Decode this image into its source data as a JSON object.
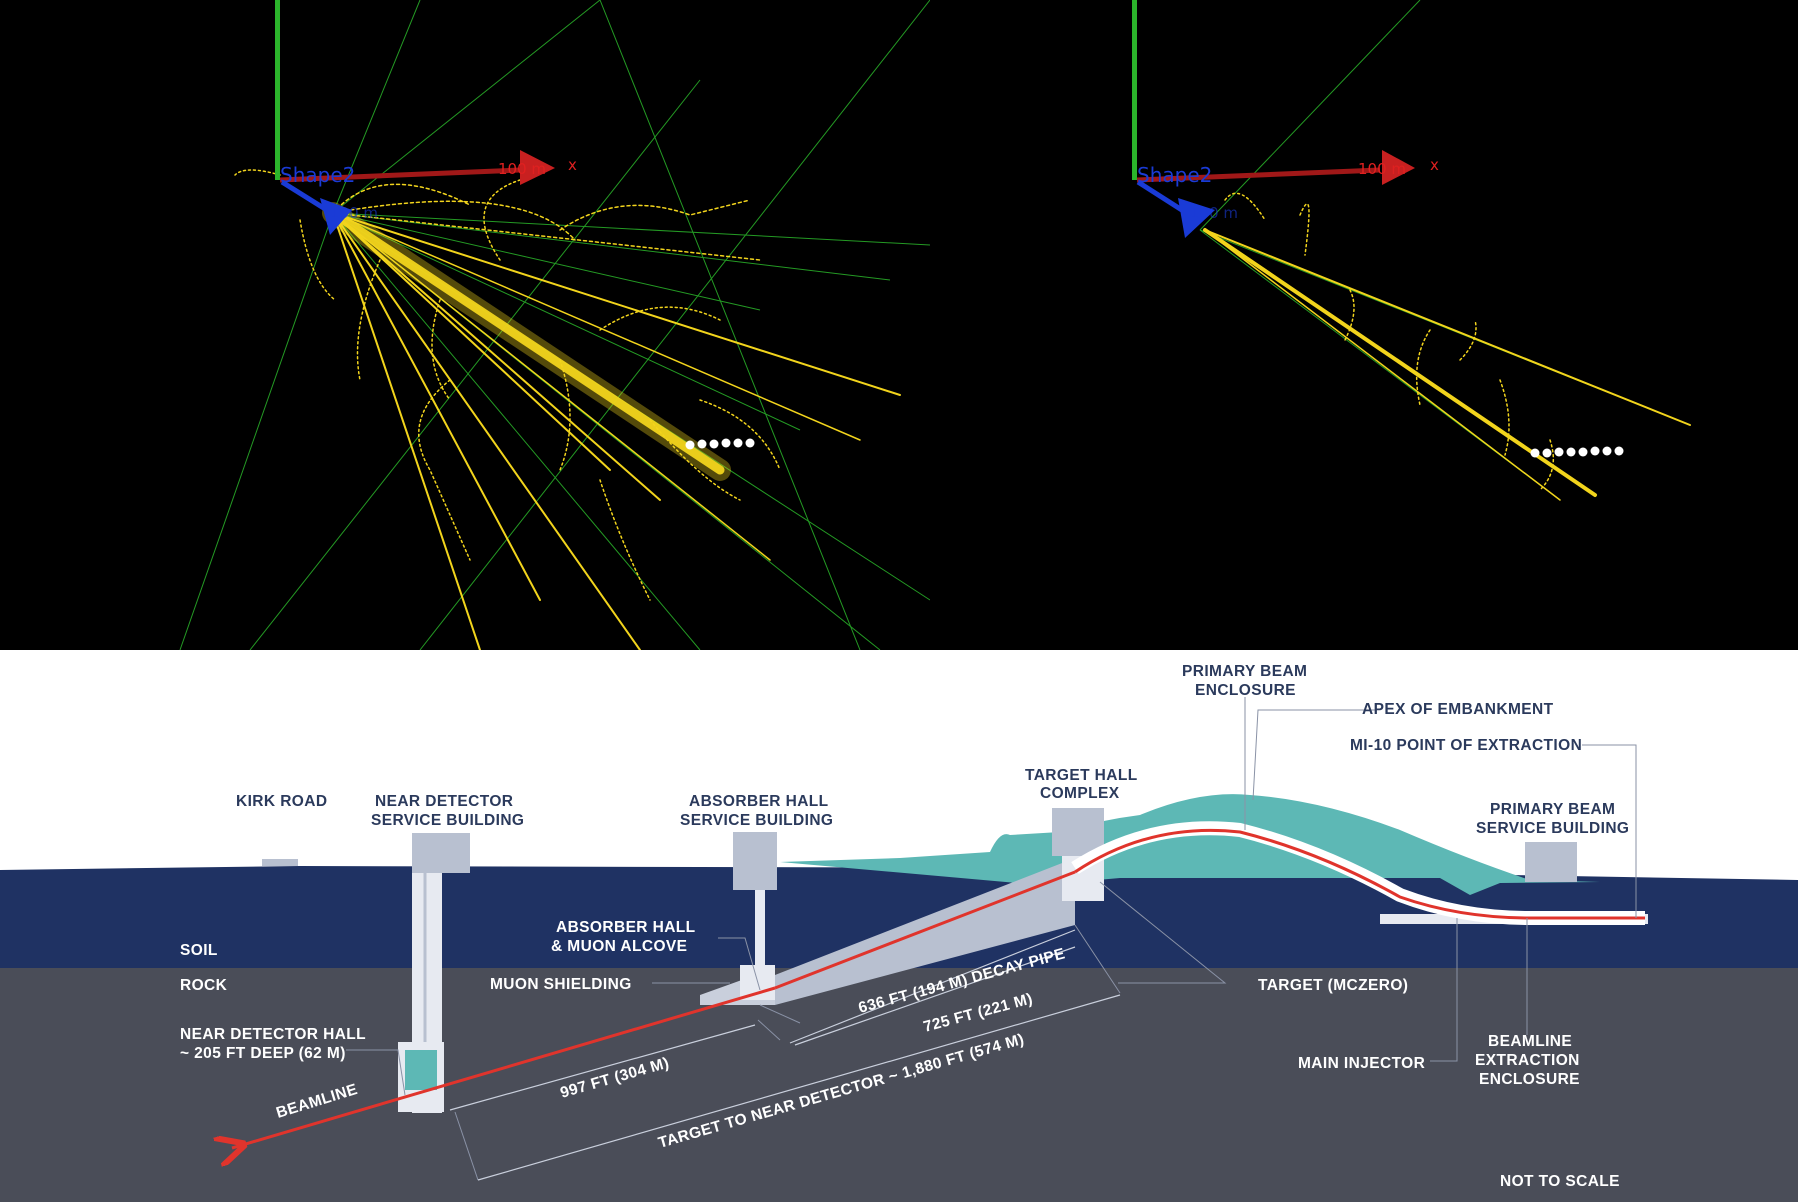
{
  "event_views": {
    "left": {
      "shape_label": "Shape2",
      "x_axis_label": "100 m",
      "x_axis_letter": "x",
      "z_axis_label": "100 m"
    },
    "right": {
      "shape_label": "Shape2",
      "x_axis_label": "100 m",
      "x_axis_letter": "x",
      "z_axis_label": "100 m"
    }
  },
  "diagram": {
    "labels": {
      "kirk_road": "KIRK ROAD",
      "near_detector_service_1": "NEAR DETECTOR",
      "near_detector_service_2": "SERVICE BUILDING",
      "absorber_service_1": "ABSORBER HALL",
      "absorber_service_2": "SERVICE BUILDING",
      "target_hall_1": "TARGET HALL",
      "target_hall_2": "COMPLEX",
      "primary_enclosure_1": "PRIMARY BEAM",
      "primary_enclosure_2": "ENCLOSURE",
      "apex": "APEX OF EMBANKMENT",
      "mi10": "MI-10 POINT OF EXTRACTION",
      "primary_service_1": "PRIMARY BEAM",
      "primary_service_2": "SERVICE BUILDING",
      "soil": "SOIL",
      "rock": "ROCK",
      "absorber_alcove_1": "ABSORBER HALL",
      "absorber_alcove_2": "& MUON ALCOVE",
      "muon_shielding": "MUON SHIELDING",
      "near_hall_1": "NEAR DETECTOR HALL",
      "near_hall_2": "~ 205 FT DEEP (62 M)",
      "beamline": "BEAMLINE",
      "decay_pipe": "636 FT (194 M) DECAY PIPE",
      "dim_725": "725 FT (221 M)",
      "dim_997": "997 FT (304 M)",
      "dim_target_near": "TARGET TO NEAR DETECTOR ~ 1,880 FT (574 M)",
      "target": "TARGET (MCZERO)",
      "main_injector": "MAIN INJECTOR",
      "extraction_1": "BEAMLINE",
      "extraction_2": "EXTRACTION",
      "extraction_3": "ENCLOSURE",
      "not_to_scale": "NOT TO SCALE"
    },
    "colors": {
      "sky": "#ffffff",
      "soil": "#1f3263",
      "rock": "#4a4d58",
      "embankment": "#5db8b5",
      "structure": "#b8c0d0",
      "beam": "#e0342c",
      "label_dark": "#2b3a5c"
    }
  }
}
